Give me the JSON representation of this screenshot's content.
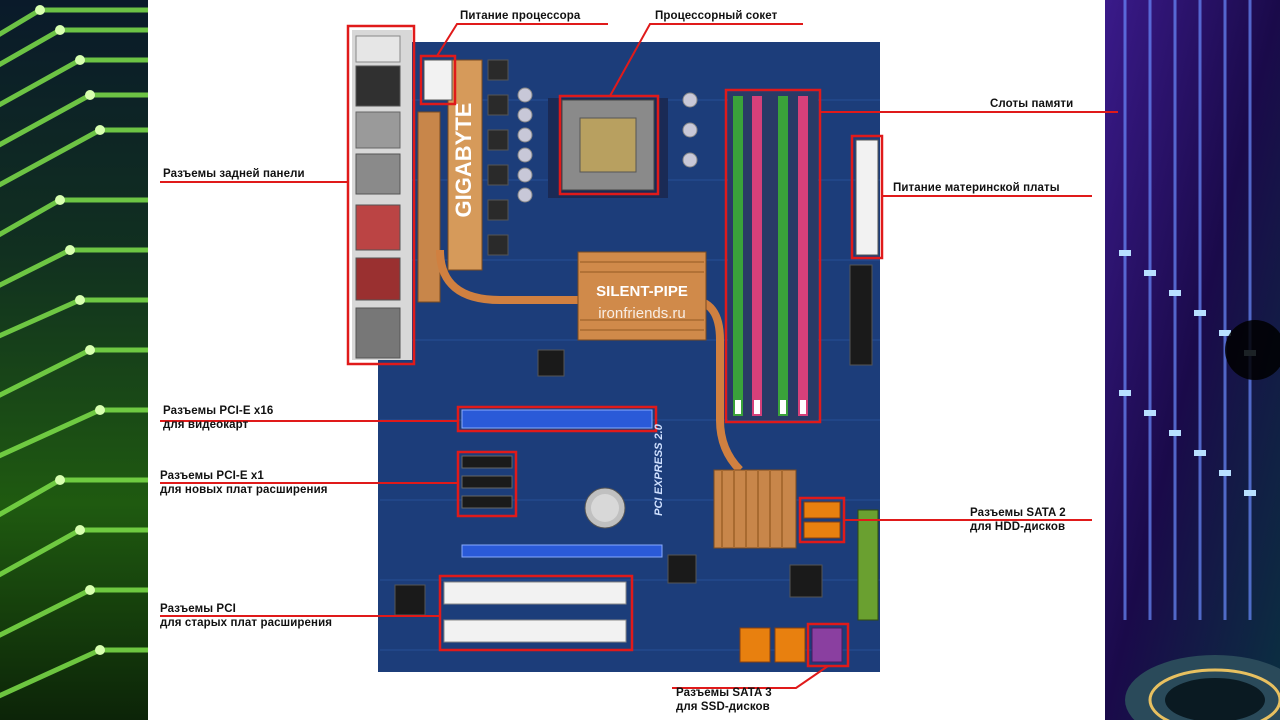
{
  "colors": {
    "pcb": "#1c3d7a",
    "highlight": "#e01a1a",
    "heatsink": "#c8864a",
    "ram_green": "#3aa23a",
    "ram_pink": "#d6407a",
    "sata_orange": "#e8800f",
    "sata_purple": "#8a3fa0"
  },
  "board": {
    "brand": "GIGABYTE",
    "heatsink_brand": "SILENT-PIPE",
    "watermark": "ironfriends.ru",
    "pci_express_text": "PCI EXPRESS 2.0"
  },
  "labels": {
    "cpu_power": "Питание процессора",
    "cpu_socket": "Процессорный сокет",
    "memory_slots": "Слоты памяти",
    "rear_panel": "Разъемы задней панели",
    "board_power": "Питание материнской платы",
    "pcie_x16": {
      "line1": "Разъемы PCI-E x16",
      "line2": "для видеокарт"
    },
    "pcie_x1": {
      "line1": "Разъемы PCI-E x1",
      "line2": "для новых плат расширения"
    },
    "sata2": {
      "line1": "Разъемы SATA 2",
      "line2": "для HDD-дисков"
    },
    "pci": {
      "line1": "Разъемы PCI",
      "line2": "для старых плат расширения"
    },
    "sata3": {
      "line1": "Разъемы SATA 3",
      "line2": "для SSD-дисков"
    }
  }
}
